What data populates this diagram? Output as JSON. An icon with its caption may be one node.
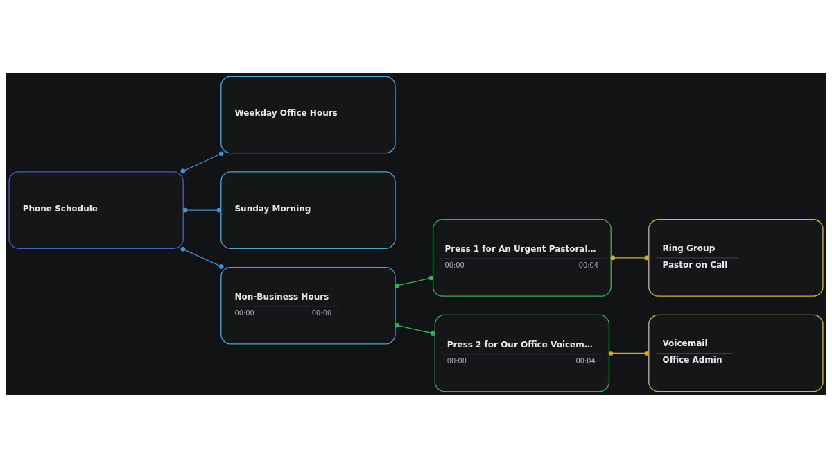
{
  "diagram": {
    "nodes": [
      {
        "text": [
          "Phone Schedule"
        ]
      },
      {
        "text": [
          "Weekday Office Hours"
        ]
      },
      {
        "text": [
          "Sunday Morning"
        ]
      },
      {
        "text": [
          "Non-Business Hours",
          "00:00",
          "00:00"
        ]
      },
      {
        "text": [
          "Press 1 for An Urgent Pastoral…",
          "00:00",
          "00:04"
        ]
      },
      {
        "text": [
          "Press 2 for Our Office Voicem…",
          "00:00",
          "00:04"
        ]
      },
      {
        "text": [
          "Ring Group",
          "Pastor on Call"
        ]
      },
      {
        "text": [
          "Voicemail",
          "Office Admin"
        ]
      }
    ],
    "edges": [
      {
        "from": 0,
        "to": 1,
        "arrow": "other"
      },
      {
        "from": 0,
        "to": 2,
        "arrow": "other"
      },
      {
        "from": 0,
        "to": 3,
        "arrow": "other"
      },
      {
        "from": 3,
        "to": 4,
        "arrow": "other",
        "color": "#3fae5a"
      },
      {
        "from": 3,
        "to": 5,
        "arrow": "other",
        "color": "#3fae5a"
      },
      {
        "from": 4,
        "to": 6,
        "arrow": "other",
        "color": "#c9ad3a"
      },
      {
        "from": 5,
        "to": 7,
        "arrow": "other",
        "color": "#c9ad3a"
      }
    ]
  }
}
